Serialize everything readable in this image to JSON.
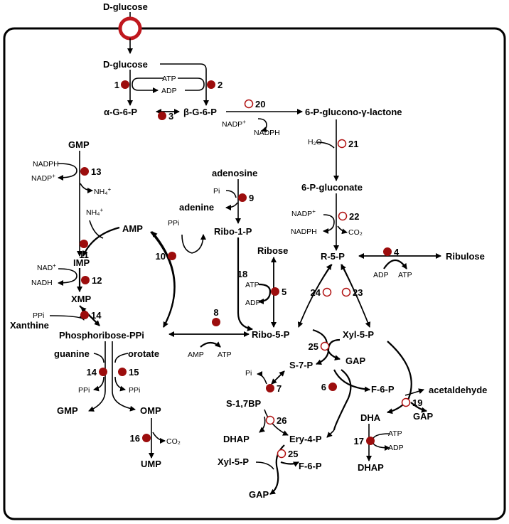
{
  "nodes": {
    "glucose_ext": "D-glucose",
    "glucose": "D-glucose",
    "atp1": "ATP",
    "adp1": "ADP",
    "ag6p": "α-G-6-P",
    "bg6p": "β-G-6-P",
    "nadp1": "NADP",
    "nadph1": "NADPH",
    "lactone": "6-P-glucono-γ-lactone",
    "h2o": "H₂O",
    "gluconate": "6-P-gluconate",
    "nadp2": "NADP",
    "nadph2": "NADPH",
    "co2a": "CO₂",
    "r5p": "R-5-P",
    "ribulose": "Ribulose",
    "adp4": "ADP",
    "atp4": "ATP",
    "gmp_top": "GMP",
    "nadph13": "NADPH",
    "nadp13": "NADP",
    "nh4a": "NH₄",
    "nh4b": "NH₄",
    "amp": "AMP",
    "imp": "IMP",
    "nad": "NAD",
    "nadh": "NADH",
    "xmp": "XMP",
    "ppi14": "PPi",
    "xanthine": "Xanthine",
    "prpp": "Phosphoribose-PPi",
    "ppi10": "PPi",
    "adenosine": "adenosine",
    "pi9": "Pi",
    "adenine": "adenine",
    "ribo1p": "Ribo-1-P",
    "ribose": "Ribose",
    "atp5": "ATP",
    "adp5": "ADP",
    "ribo5p": "Ribo-5-P",
    "amp8": "AMP",
    "atp8": "ATP",
    "xyl5p": "Xyl-5-P",
    "gap1": "GAP",
    "s7p": "S-7-P",
    "f6p1": "F-6-P",
    "pi7": "Pi",
    "s17bp": "S-1,7BP",
    "dhap1": "DHAP",
    "ery4p": "Ery-4-P",
    "xyl5p2": "Xyl-5-P",
    "f6p2": "F-6-P",
    "gap2": "GAP",
    "acetaldehyde": "acetaldehyde",
    "dha": "DHA",
    "gap3": "GAP",
    "atp17": "ATP",
    "adp17": "ADP",
    "dhap2": "DHAP",
    "guanine": "guanine",
    "orotate": "orotate",
    "ppi14b": "PPi",
    "ppi15": "PPi",
    "gmp_bot": "GMP",
    "omp": "OMP",
    "co2b": "CO₂",
    "ump": "UMP"
  },
  "superscripts": {
    "plus": "+"
  },
  "enzymes": [
    {
      "id": "1",
      "status": "detected"
    },
    {
      "id": "2",
      "status": "detected"
    },
    {
      "id": "3",
      "status": "detected"
    },
    {
      "id": "4",
      "status": "detected"
    },
    {
      "id": "5",
      "status": "detected"
    },
    {
      "id": "6",
      "status": "detected"
    },
    {
      "id": "7",
      "status": "detected"
    },
    {
      "id": "8",
      "status": "detected"
    },
    {
      "id": "9",
      "status": "detected"
    },
    {
      "id": "10",
      "status": "detected"
    },
    {
      "id": "11",
      "status": "detected"
    },
    {
      "id": "12",
      "status": "detected"
    },
    {
      "id": "13",
      "status": "detected"
    },
    {
      "id": "14",
      "status": "detected"
    },
    {
      "id": "14",
      "status": "detected"
    },
    {
      "id": "15",
      "status": "detected"
    },
    {
      "id": "16",
      "status": "detected"
    },
    {
      "id": "17",
      "status": "detected"
    },
    {
      "id": "18",
      "status": "none"
    },
    {
      "id": "19",
      "status": "not-detected"
    },
    {
      "id": "20",
      "status": "not-detected"
    },
    {
      "id": "21",
      "status": "not-detected"
    },
    {
      "id": "22",
      "status": "not-detected"
    },
    {
      "id": "23",
      "status": "not-detected"
    },
    {
      "id": "24",
      "status": "not-detected"
    },
    {
      "id": "25",
      "status": "not-detected"
    },
    {
      "id": "25",
      "status": "not-detected"
    },
    {
      "id": "26",
      "status": "not-detected"
    }
  ],
  "colors": {
    "detected": "#9c0d0d",
    "not_detected_ring": "#b01010",
    "transporter_ring": "#c0181e"
  }
}
